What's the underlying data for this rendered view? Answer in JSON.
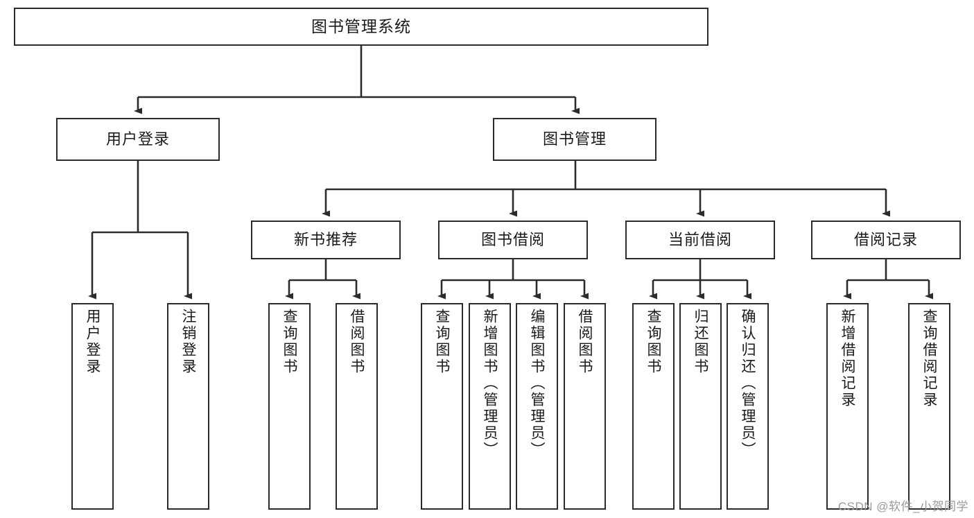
{
  "diagram": {
    "title": "图书管理系统",
    "type": "tree-hierarchy",
    "watermark": "CSDN @软件_小贺同学",
    "colors": {
      "stroke": "#2b2b2b",
      "fill": "#ffffff",
      "text": "#1a1a1a",
      "watermark": "#9a9a9a"
    },
    "levels": {
      "root": {
        "label": "图书管理系统"
      },
      "level2": [
        {
          "label": "用户登录"
        },
        {
          "label": "图书管理"
        }
      ],
      "level3": [
        {
          "label": "新书推荐"
        },
        {
          "label": "图书借阅"
        },
        {
          "label": "当前借阅"
        },
        {
          "label": "借阅记录"
        }
      ],
      "leaves": {
        "user_login": [
          {
            "label": "用户登录"
          },
          {
            "label": "注销登录"
          }
        ],
        "new_book_recommend": [
          {
            "label": "查询图书"
          },
          {
            "label": "借阅图书"
          }
        ],
        "book_borrow": [
          {
            "label": "查询图书"
          },
          {
            "label": "新增图书（管理员）"
          },
          {
            "label": "编辑图书（管理员）"
          },
          {
            "label": "借阅图书"
          }
        ],
        "current_borrow": [
          {
            "label": "查询图书"
          },
          {
            "label": "归还图书"
          },
          {
            "label": "确认归还（管理员）"
          }
        ],
        "borrow_record": [
          {
            "label": "新增借阅记录"
          },
          {
            "label": "查询借阅记录"
          }
        ]
      }
    }
  }
}
